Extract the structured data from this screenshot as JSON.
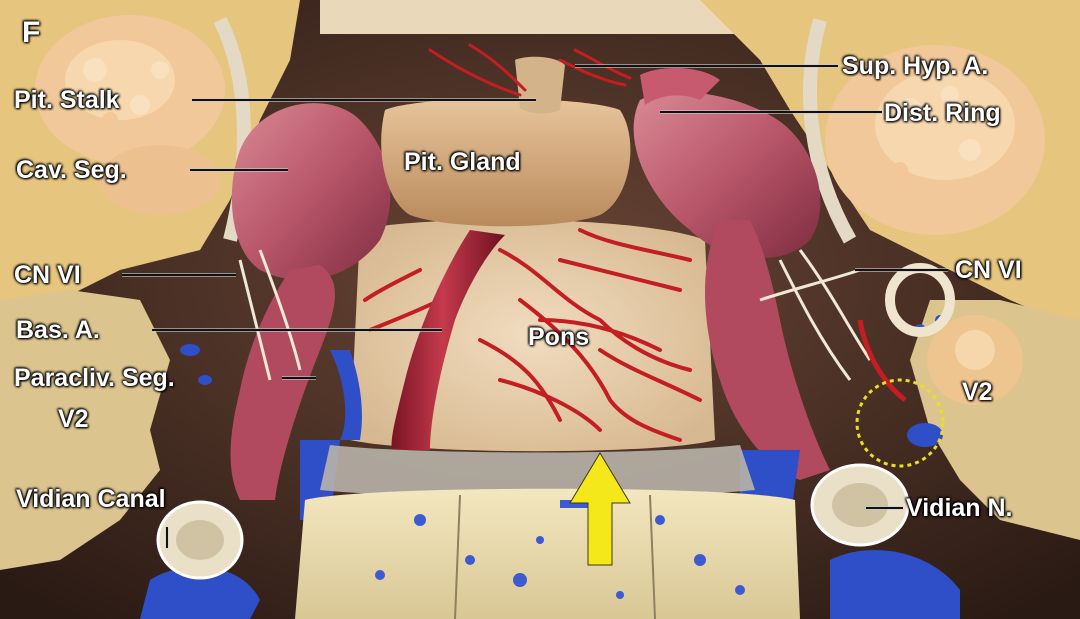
{
  "figure": {
    "panel_letter": "F",
    "labels": {
      "sup_hyp_a": "Sup. Hyp. A.",
      "pit_stalk": "Pit. Stalk",
      "dist_ring": "Dist. Ring",
      "pit_gland": "Pit. Gland",
      "cav_seg": "Cav. Seg.",
      "cn_vi_left": "CN VI",
      "cn_vi_right": "CN VI",
      "bas_a": "Bas. A.",
      "pons": "Pons",
      "paracliv_seg": "Paracliv. Seg.",
      "v2_left": "V2",
      "v2_right": "V2",
      "vidian_canal": "Vidian Canal",
      "vidian_n": "Vidian N."
    },
    "colors": {
      "tissue_pink": "#c05a6e",
      "artery_red": "#c81e26",
      "vein_blue": "#2f4fc8",
      "bone_cream": "#efd6a0",
      "pons_tan": "#e7cfae",
      "arrow_yellow": "#f4e81a",
      "circle_yellow": "#e8e020"
    }
  }
}
